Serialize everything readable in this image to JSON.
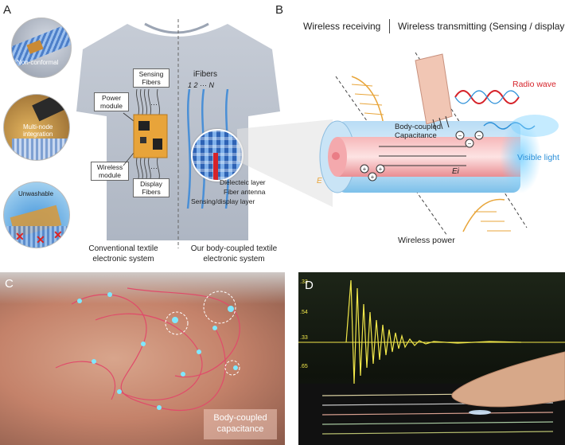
{
  "panels": {
    "a": "A",
    "b": "B",
    "c": "C",
    "d": "D"
  },
  "panel_a": {
    "insets": [
      "Non-conformal",
      "Multi-node integration",
      "Unwashable"
    ],
    "boxes": {
      "sensing_fibers": "Sensing Fibers",
      "power_module": "Power module",
      "wireless_module": "Wireless module",
      "display_fibers": "Display Fibers",
      "ellipsis": "···"
    },
    "ifibers": {
      "title": "iFibers",
      "index": "1   2  ···  N"
    },
    "fiber_labels": [
      "Dielecteic layer",
      "Fiber antenna",
      "Sensing/display layer"
    ],
    "captions": {
      "left": "Conventional textile electronic system",
      "right": "Our body-coupled textile electronic system"
    }
  },
  "panel_b": {
    "header_left": "Wireless receiving",
    "header_right": "Wireless transmitting (Sensing / display",
    "body_coupled": "Body-coupled Capacitance",
    "radio_wave": "Radio wave",
    "visible_light": "Visible light",
    "field_label": "Ei",
    "wireless_power": "Wireless power",
    "e_label": "E"
  },
  "panel_c": {
    "overlay": "Body-coupled capacitance"
  },
  "colors": {
    "fiber_blue": "#4a8fd6",
    "radio_red": "#d6232a",
    "visible_blue": "#2a8fd8",
    "field_orange": "#e8a53a",
    "screen_yellow": "#f2e84a",
    "glow_cyan": "#7fe8ff"
  }
}
